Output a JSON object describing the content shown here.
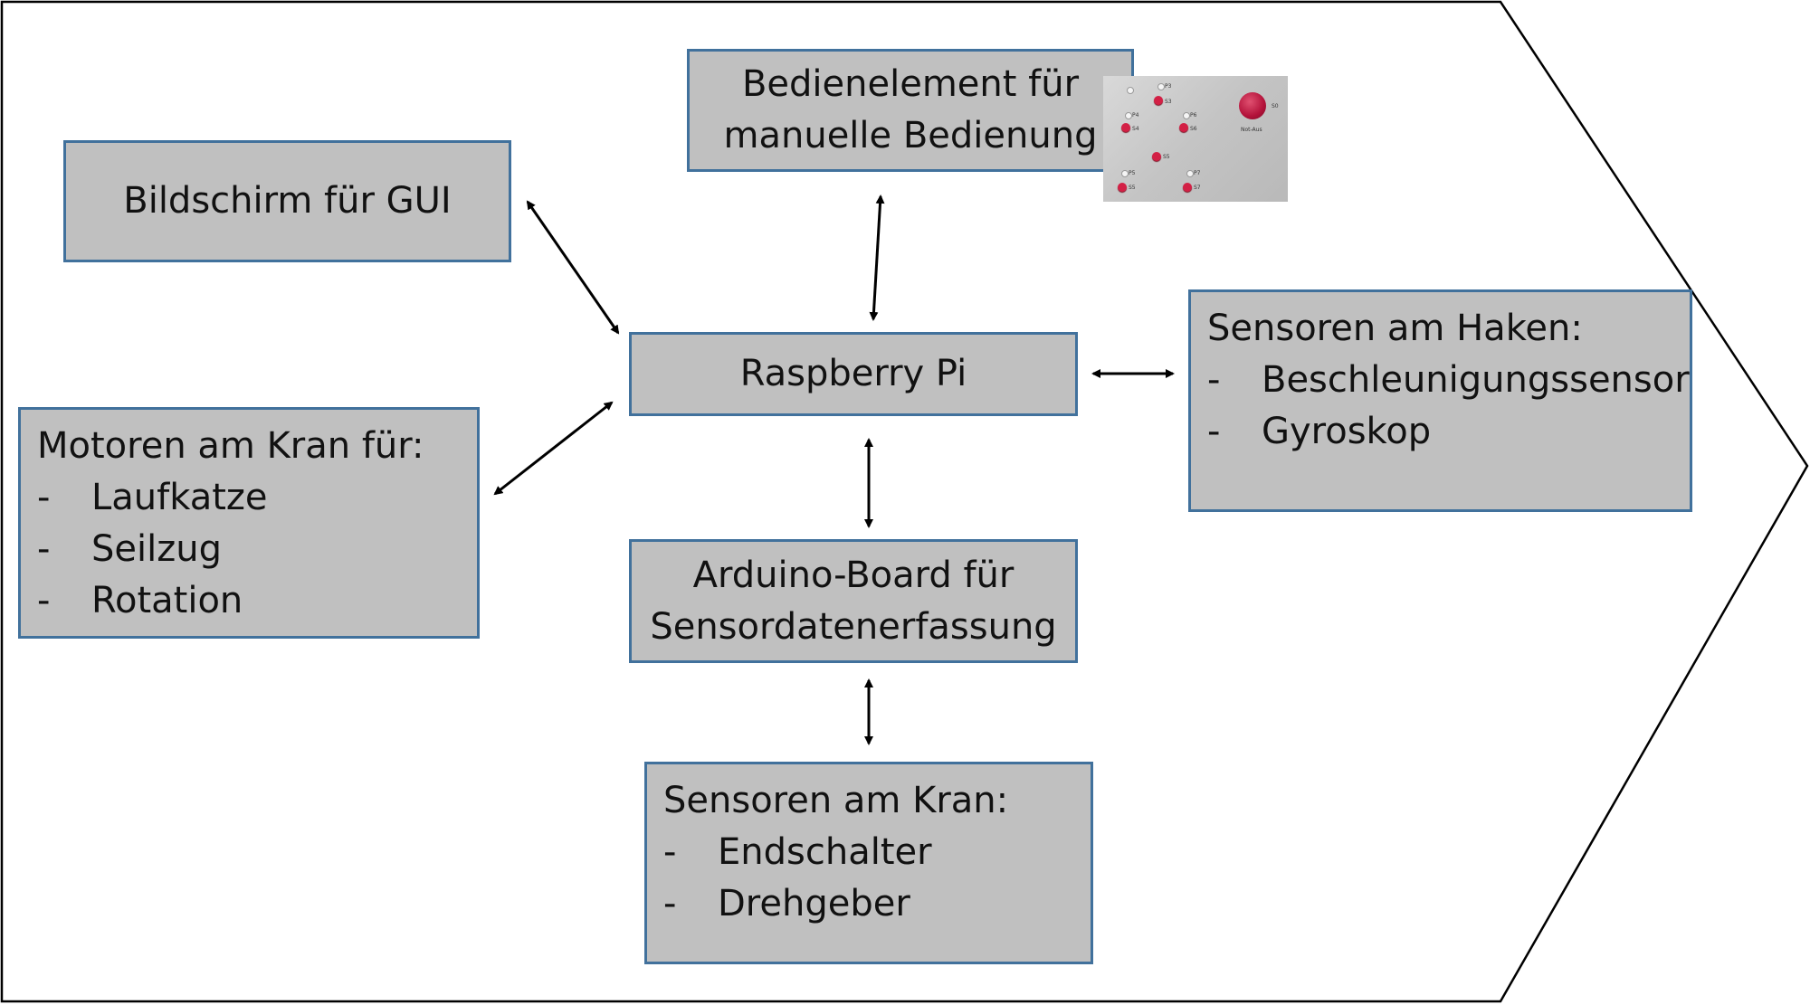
{
  "diagram": {
    "boxes": {
      "bedienelement": {
        "lines": [
          "Bedienelement für",
          "manuelle Bedienung"
        ]
      },
      "bildschirm": {
        "lines": [
          "Bildschirm für GUI"
        ]
      },
      "raspberry": {
        "lines": [
          "Raspberry Pi"
        ]
      },
      "arduino": {
        "lines": [
          "Arduino-Board für",
          "Sensordatenerfassung"
        ]
      },
      "motoren": {
        "title": "Motoren am Kran für:",
        "items": [
          "Laufkatze",
          "Seilzug",
          "Rotation"
        ]
      },
      "sensoren_haken": {
        "title": "Sensoren am Haken:",
        "items": [
          "Beschleunigungssensor",
          "Gyroskop"
        ]
      },
      "sensoren_kran": {
        "title": "Sensoren am Kran:",
        "items": [
          "Endschalter",
          "Drehgeber"
        ]
      }
    },
    "bullet": "-",
    "connections": [
      [
        "bildschirm",
        "raspberry"
      ],
      [
        "bedienelement",
        "raspberry"
      ],
      [
        "motoren",
        "raspberry"
      ],
      [
        "raspberry",
        "sensoren_haken"
      ],
      [
        "raspberry",
        "arduino"
      ],
      [
        "arduino",
        "sensoren_kran"
      ]
    ],
    "panel_photo": {
      "labels": [
        "P3",
        "S3",
        "P4",
        "S4",
        "P6",
        "S6",
        "S5",
        "P5",
        "S5",
        "P7",
        "S7",
        "S0",
        "Not-Aus"
      ]
    },
    "colors": {
      "box_fill": "#c0c0c0",
      "box_border": "#41719c",
      "outline": "#000000"
    }
  }
}
